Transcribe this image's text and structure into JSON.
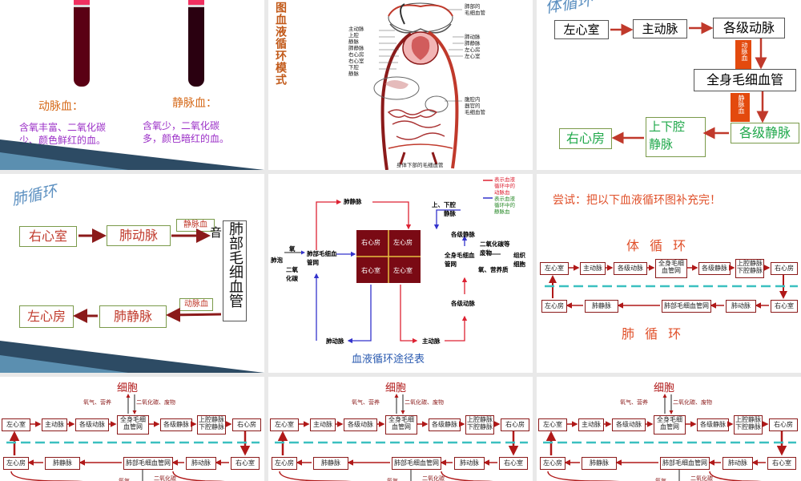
{
  "slide1": {
    "artery_label": "动脉血：",
    "artery_desc_1": "含氧丰富、二氧化碳",
    "artery_desc_2": "少、颜色鲜红的血。",
    "vein_label": "静脉血：",
    "vein_desc_1": "含氧少，二氧化碳",
    "vein_desc_2": "多，颜色暗红的血。"
  },
  "slide2": {
    "title": "图血液循环模式",
    "labels_left": [
      "主动脉",
      "上腔",
      "静脉",
      "肺静脉",
      "右心房",
      "右心室",
      "下腔",
      "静脉"
    ],
    "labels_right_top": [
      "肺部的",
      "毛细血管"
    ],
    "labels_right_mid": [
      "肺动脉",
      "肺静脉",
      "左心房",
      "左心室"
    ],
    "labels_right_low": [
      "腹腔内",
      "器官的",
      "毛细血管"
    ],
    "caption": "身体下部的毛细血管"
  },
  "slide3": {
    "title": "体循环",
    "left_ventricle": "左心室",
    "aorta": "主动脉",
    "arteries": "各级动脉",
    "capillaries": "全身毛细血管",
    "right_atrium": "右心房",
    "vena_cava_1": "上下腔",
    "vena_cava_2": "静脉",
    "veins": "各级静脉",
    "arterial_blood": "动脉血",
    "venous_blood": "静脉血"
  },
  "slide4": {
    "title": "肺循环",
    "right_ventricle": "右心室",
    "pulmonary_artery": "肺动脉",
    "venous_blood": "静脉血",
    "lung_capillaries": "肺部毛细血管",
    "lung_partial": "音",
    "left_atrium": "左心房",
    "pulmonary_vein": "肺静脉",
    "arterial_blood": "动脉血"
  },
  "slide5": {
    "legend": [
      "表示血液",
      "循环中的",
      "动脉血",
      "表示血液",
      "循环中的",
      "静脉血"
    ],
    "heart": [
      "右心房",
      "左心房",
      "右心室",
      "左心室"
    ],
    "pulmonary_vein": "肺静脉",
    "pulmonary_artery": "肺动脉",
    "aorta": "主动脉",
    "alveoli": "肺泡",
    "oxygen": "氧",
    "co2": "二氧化碳",
    "lung_capillary": "肺部毛细血管网",
    "body_capillary": "全身毛细血管网",
    "vena_cava": "上、下腔静脉",
    "veins": "各级静脉",
    "arteries": "各级动脉",
    "waste": "二氧化碳等废物",
    "nutrients": "氧、营养质",
    "tissue": "组织细胞",
    "caption": "血液循环途径表"
  },
  "slide6": {
    "prompt": "尝试：把以下血液循环图补充完！",
    "systemic": "体 循 环",
    "pulmonary": "肺 循 环",
    "top_row": [
      "左心室",
      "主动脉",
      "各级动脉",
      "全身毛细血管网",
      "各级静脉",
      "上腔静脉下腔静脉",
      "右心房"
    ],
    "bottom_row": [
      "左心房",
      "肺静脉",
      "肺部毛细血管网",
      "肺动脉",
      "右心室"
    ]
  },
  "diagram": {
    "cell": "细胞",
    "oxy_nutri": "氧气、营养",
    "waste": "二氧化碳、废物",
    "top_row": [
      "左心室",
      "主动脉",
      "各级动脉",
      "全身毛细血管网",
      "各级静脉",
      "上腔静脉下腔静脉",
      "右心房"
    ],
    "bottom_row": [
      "左心房",
      "肺静脉",
      "肺部毛细血管网",
      "肺动脉",
      "右心室"
    ],
    "bottom_oxy": "氧气",
    "bottom_co2": "二氧化碳"
  },
  "colors": {
    "red_arrow": "#c0392b",
    "purple_text": "#9b2fc7",
    "green_text": "#1fa84a",
    "orange_label": "#d66a1a"
  }
}
